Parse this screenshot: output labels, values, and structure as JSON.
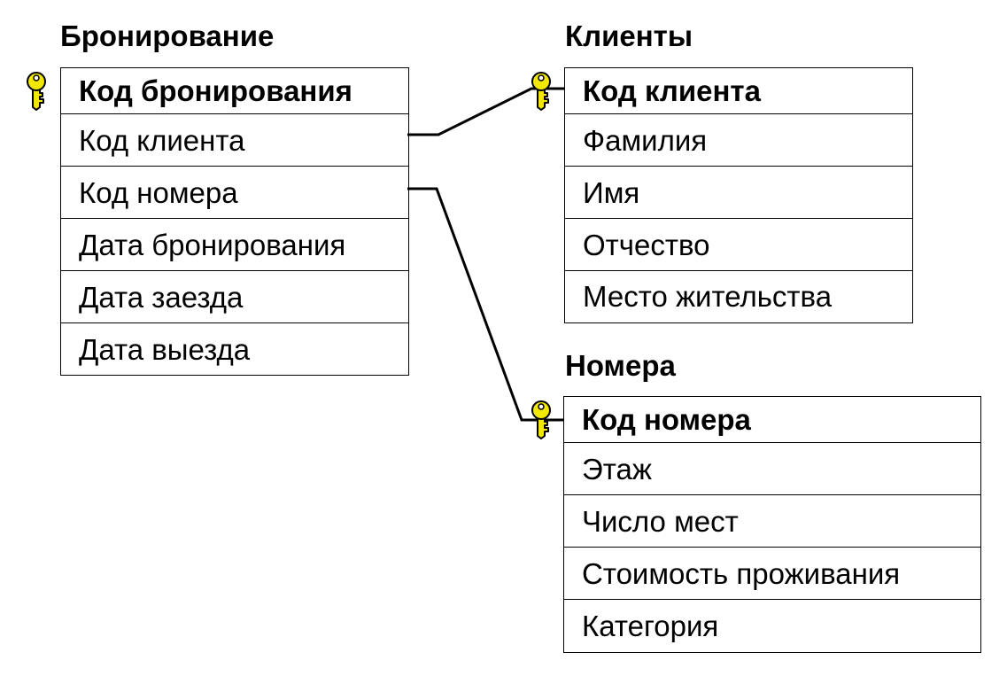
{
  "entities": {
    "bookings": {
      "title": "Бронирование",
      "pk": "Код бронирования",
      "fields": [
        "Код клиента",
        "Код номера",
        "Дата бронирования",
        "Дата заезда",
        "Дата выезда"
      ]
    },
    "clients": {
      "title": "Клиенты",
      "pk": "Код клиента",
      "fields": [
        "Фамилия",
        "Имя",
        "Отчество",
        "Место жительства"
      ]
    },
    "rooms": {
      "title": "Номера",
      "pk": "Код номера",
      "fields": [
        "Этаж",
        "Число мест",
        "Стоимость проживания",
        "Категория"
      ]
    }
  },
  "colors": {
    "key_fill": "#f2e700",
    "key_stroke": "#000000",
    "line": "#000000"
  },
  "icons": [
    "key-icon"
  ]
}
